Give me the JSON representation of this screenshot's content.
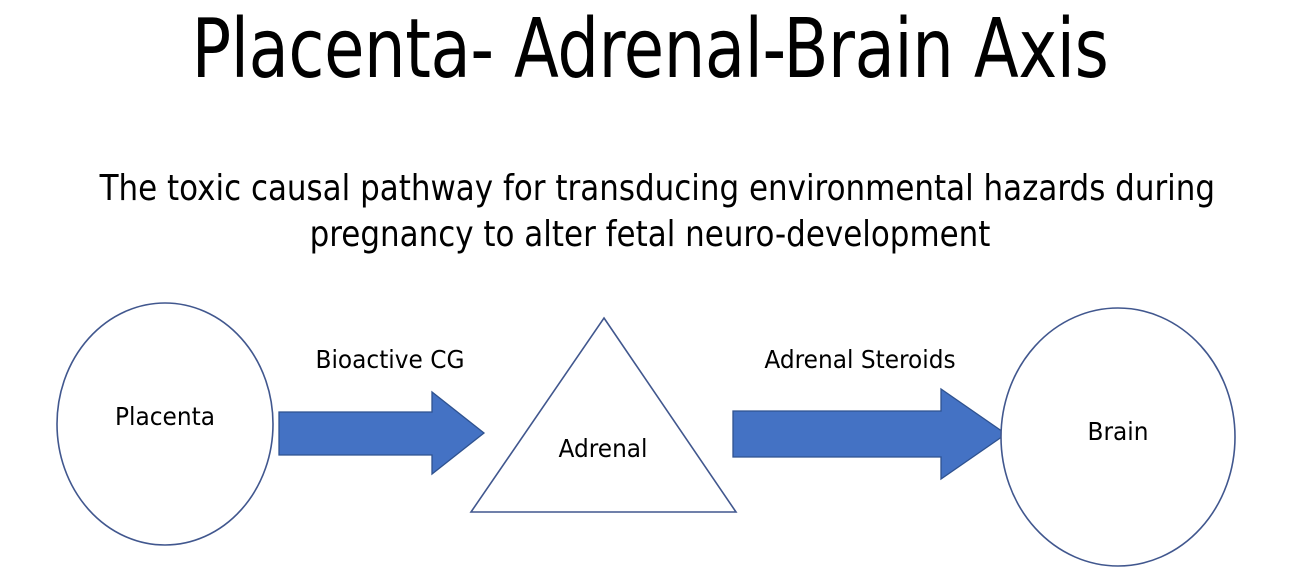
{
  "slide": {
    "title": "Placenta- Adrenal-Brain Axis",
    "subtitle_line1": "The toxic causal pathway for transducing environmental hazards during",
    "subtitle_line2": "pregnancy to alter fetal neuro-development"
  },
  "diagram": {
    "type": "flow",
    "nodes": [
      {
        "id": "placenta",
        "label": "Placenta",
        "shape": "ellipse",
        "fill": "#FFFFFF",
        "stroke": "#41578E"
      },
      {
        "id": "adrenal",
        "label": "Adrenal",
        "shape": "triangle",
        "fill": "#FFFFFF",
        "stroke": "#41578E"
      },
      {
        "id": "brain",
        "label": "Brain",
        "shape": "ellipse",
        "fill": "#FFFFFF",
        "stroke": "#41578E"
      }
    ],
    "edges": [
      {
        "id": "edge-1",
        "label": "Bioactive CG",
        "from": "placenta",
        "to": "adrenal",
        "style": "block-arrow",
        "fill": "#4472C4",
        "stroke": "#2F528F"
      },
      {
        "id": "edge-2",
        "label": "Adrenal Steroids",
        "from": "adrenal",
        "to": "brain",
        "style": "block-arrow",
        "fill": "#4472C4",
        "stroke": "#2F528F"
      }
    ]
  },
  "colors": {
    "background": "#FFFFFF",
    "text": "#000000",
    "arrow_fill": "#4472C4",
    "arrow_stroke": "#2F528F",
    "shape_stroke": "#41578E",
    "shape_fill": "#FFFFFF"
  }
}
